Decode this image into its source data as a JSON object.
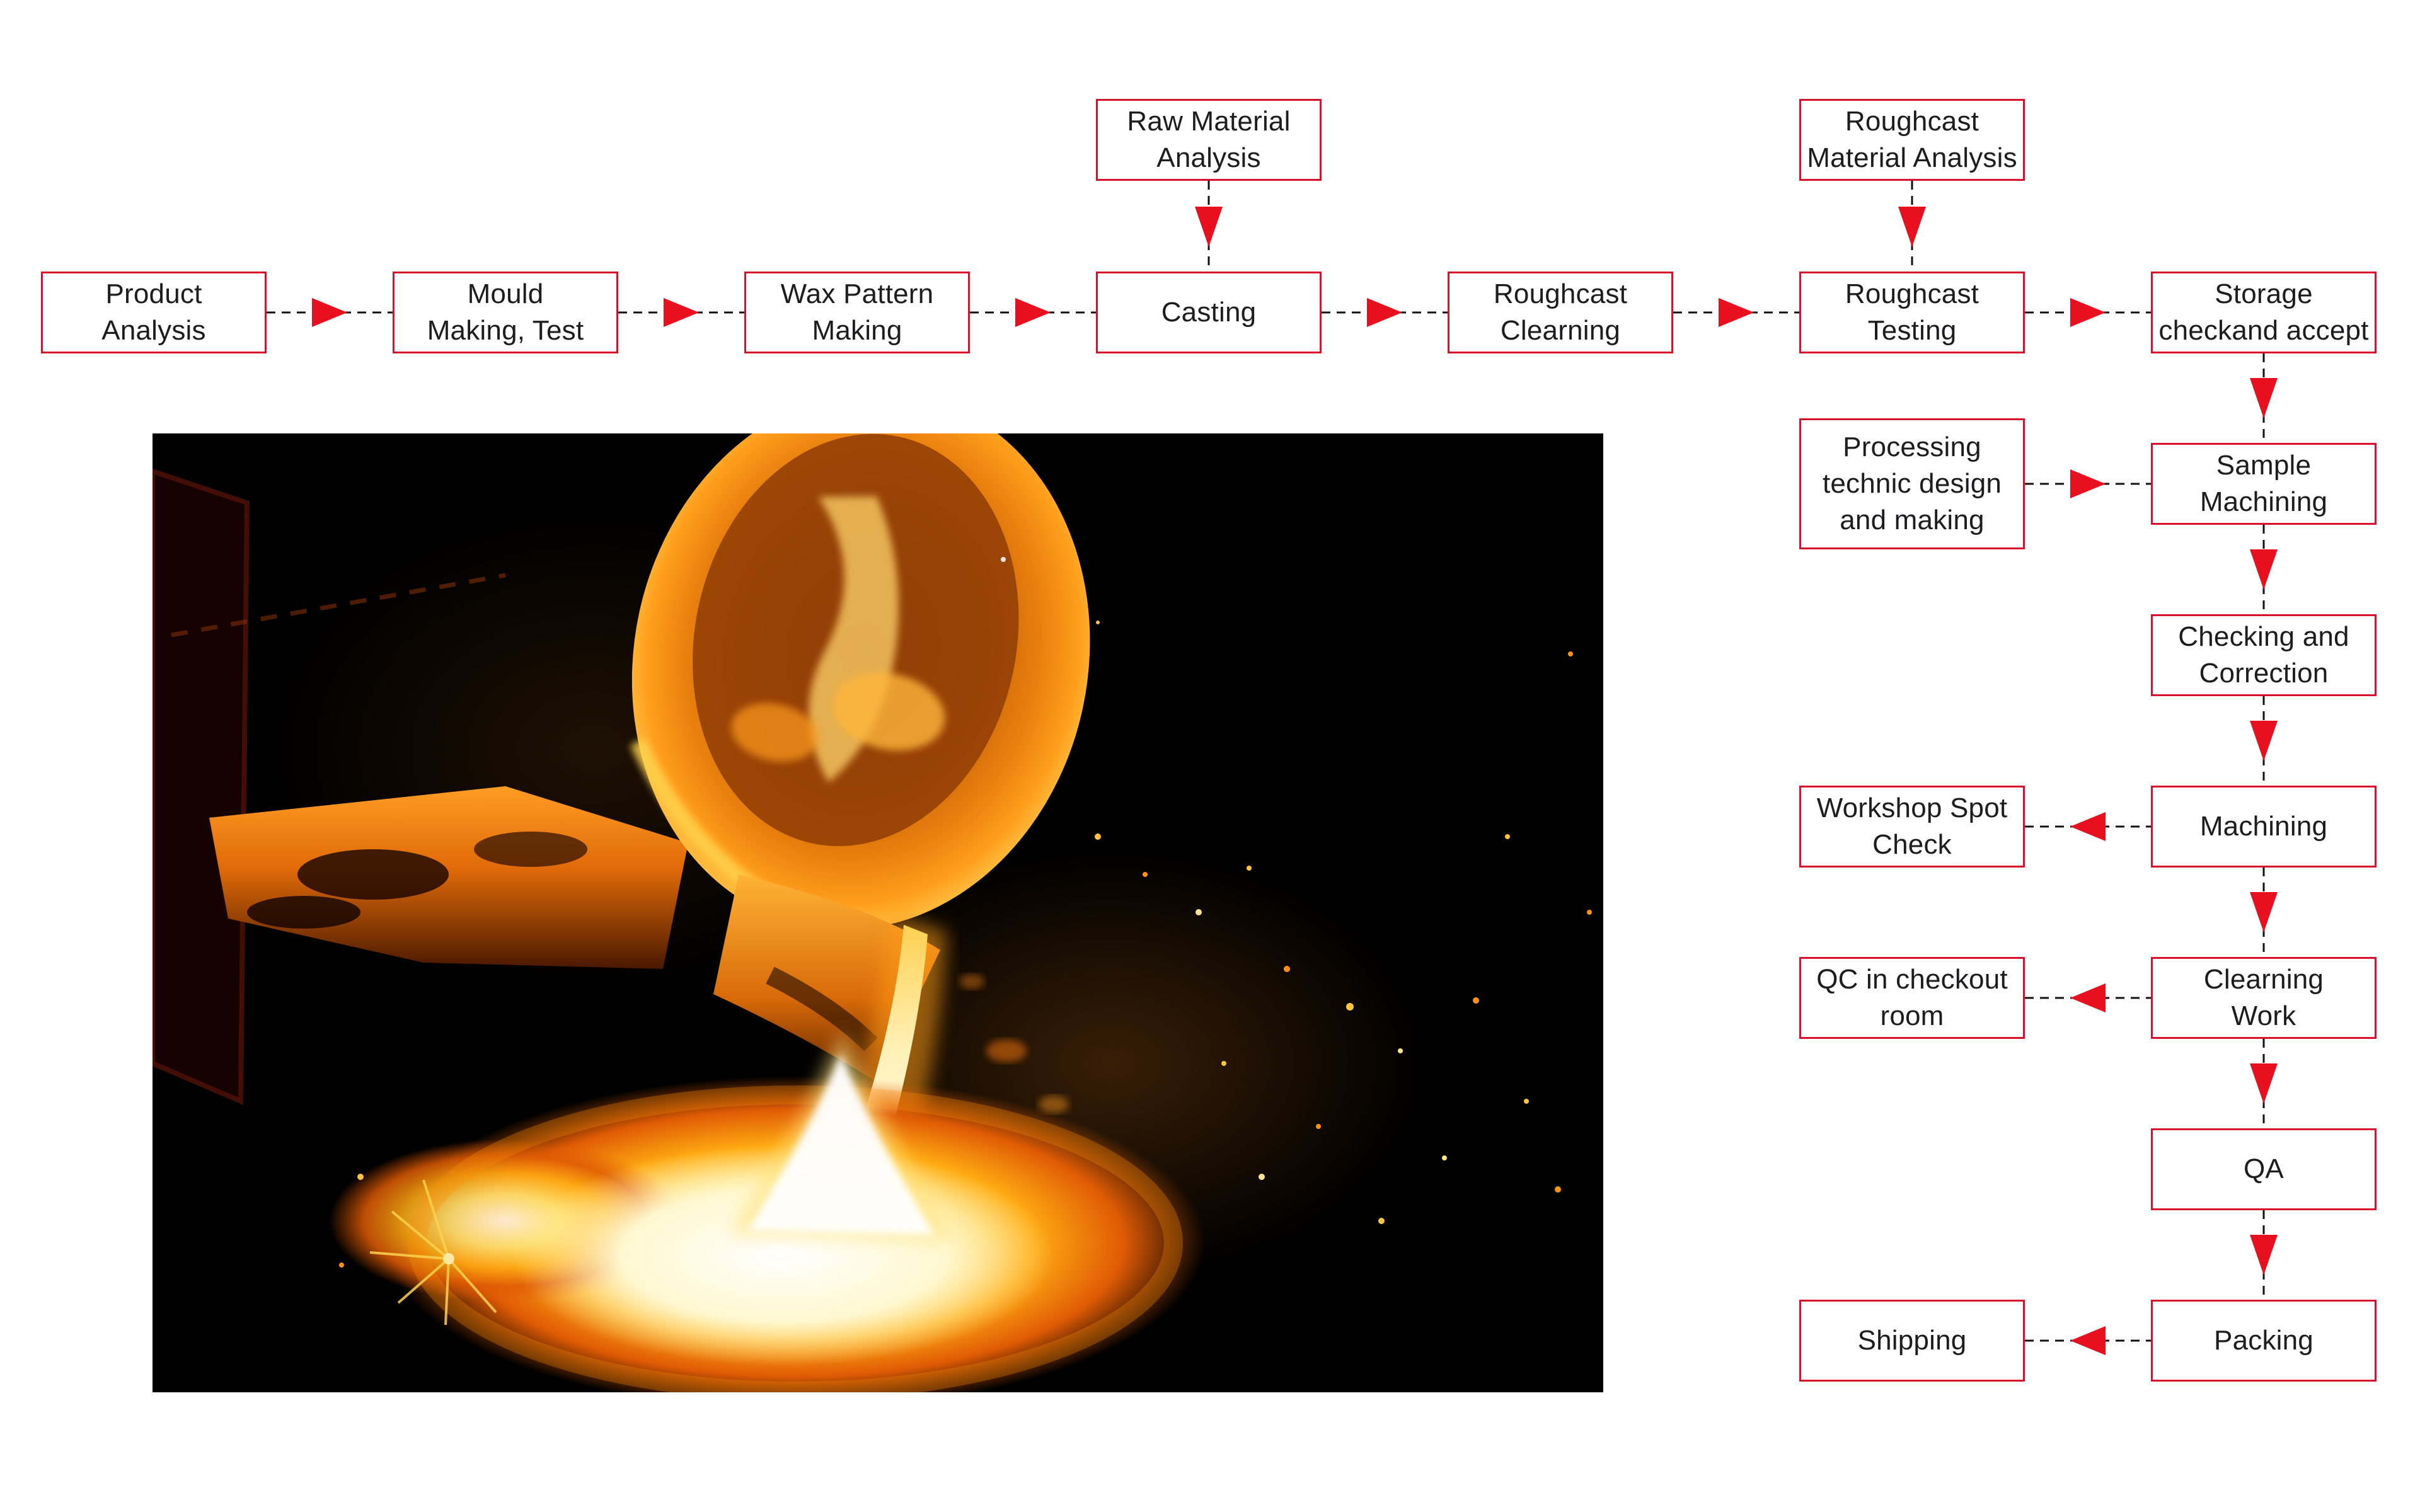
{
  "colors": {
    "box_border_red": "#d8112b",
    "arrow_red": "#e8101f",
    "connector_black": "#111111",
    "text": "#1d1d1f",
    "background": "#ffffff",
    "molten_core": "#fffef2",
    "molten_orange": "#ff9a12",
    "photo_background": "#000000"
  },
  "flowchart": {
    "photo_name": "molten-metal-casting-pour-photo",
    "nodes": {
      "product_analysis": "Product\nAnalysis",
      "mould_making_test": "Mould\nMaking, Test",
      "wax_pattern_making": "Wax Pattern\nMaking",
      "casting": "Casting",
      "roughcast_clearning": "Roughcast\nClearning",
      "roughcast_testing": "Roughcast\nTesting",
      "storage_checkand_accept": "Storage\ncheckand accept",
      "raw_material_analysis": "Raw Material\nAnalysis",
      "roughcast_material_analysis": "Roughcast\nMaterial Analysis",
      "processing_technic": "Processing\ntechnic design\nand making",
      "sample_machining": "Sample\nMachining",
      "checking_and_correction": "Checking and\nCorrection",
      "machining": "Machining",
      "workshop_spot_check": "Workshop Spot\nCheck",
      "clearning_work": "Clearning\nWork",
      "qc_in_checkout_room": "QC in checkout\nroom",
      "qa": "QA",
      "packing": "Packing",
      "shipping": "Shipping"
    }
  }
}
